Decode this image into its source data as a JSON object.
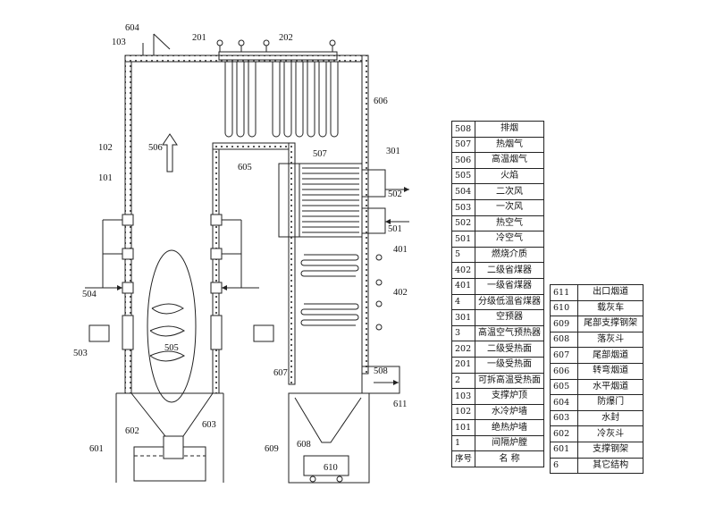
{
  "labels": {
    "l604": "604",
    "l103": "103",
    "l201": "201",
    "l202": "202",
    "l606": "606",
    "l506": "506",
    "l102": "102",
    "l101": "101",
    "l605": "605",
    "l507": "507",
    "l301": "301",
    "l502": "502",
    "l501": "501",
    "l401": "401",
    "l402": "402",
    "l504": "504",
    "l505": "505",
    "l503": "503",
    "l607": "607",
    "l508": "508",
    "l611": "611",
    "l601": "601",
    "l602": "602",
    "l603": "603",
    "l609": "609",
    "l608": "608",
    "l610": "610"
  },
  "legend_left": {
    "rows": [
      {
        "code": "508",
        "name": "排烟"
      },
      {
        "code": "507",
        "name": "热烟气"
      },
      {
        "code": "506",
        "name": "高温烟气"
      },
      {
        "code": "505",
        "name": "火焰"
      },
      {
        "code": "504",
        "name": "二次风"
      },
      {
        "code": "503",
        "name": "一次风"
      },
      {
        "code": "502",
        "name": "热空气"
      },
      {
        "code": "501",
        "name": "冷空气"
      },
      {
        "code": "5",
        "name": "燃烧介质"
      },
      {
        "code": "402",
        "name": "二级省煤器"
      },
      {
        "code": "401",
        "name": "一级省煤器"
      },
      {
        "code": "4",
        "name": "分级低温省煤器"
      },
      {
        "code": "301",
        "name": "空预器"
      },
      {
        "code": "3",
        "name": "高温空气预热器"
      },
      {
        "code": "202",
        "name": "二级受热面"
      },
      {
        "code": "201",
        "name": "一级受热面"
      },
      {
        "code": "2",
        "name": "可拆高温受热面"
      },
      {
        "code": "103",
        "name": "支撑炉顶"
      },
      {
        "code": "102",
        "name": "水冷炉墙"
      },
      {
        "code": "101",
        "name": "绝热炉墙"
      },
      {
        "code": "1",
        "name": "间隔炉膛"
      }
    ],
    "header": {
      "code": "序号",
      "name": "名 称"
    }
  },
  "legend_right": {
    "rows": [
      {
        "code": "611",
        "name": "出口烟道"
      },
      {
        "code": "610",
        "name": "载灰车"
      },
      {
        "code": "609",
        "name": "尾部支撑钢架"
      },
      {
        "code": "608",
        "name": "落灰斗"
      },
      {
        "code": "607",
        "name": "尾部烟道"
      },
      {
        "code": "606",
        "name": "转弯烟道"
      },
      {
        "code": "605",
        "name": "水平烟道"
      },
      {
        "code": "604",
        "name": "防爆门"
      },
      {
        "code": "603",
        "name": "水封"
      },
      {
        "code": "602",
        "name": "冷灰斗"
      },
      {
        "code": "601",
        "name": "支撑钢架"
      },
      {
        "code": "6",
        "name": "其它结构"
      }
    ]
  }
}
